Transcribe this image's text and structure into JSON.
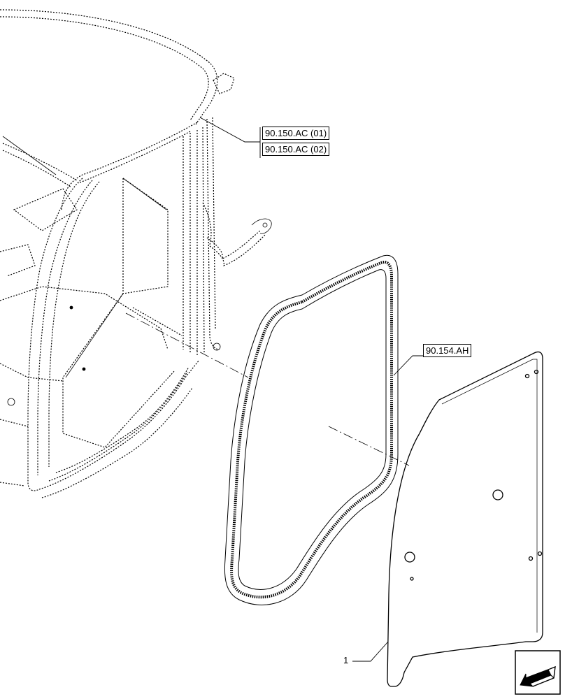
{
  "references": {
    "cab_ref_1": "90.150.AC (01)",
    "cab_ref_2": "90.150.AC (02)",
    "seal_ref": "90.154.AH"
  },
  "callouts": {
    "glass_item": "1"
  },
  "icons": {
    "navigation": "previous-page-arrow-icon"
  },
  "colors": {
    "line": "#000000",
    "shade": "#e8e8e8"
  }
}
